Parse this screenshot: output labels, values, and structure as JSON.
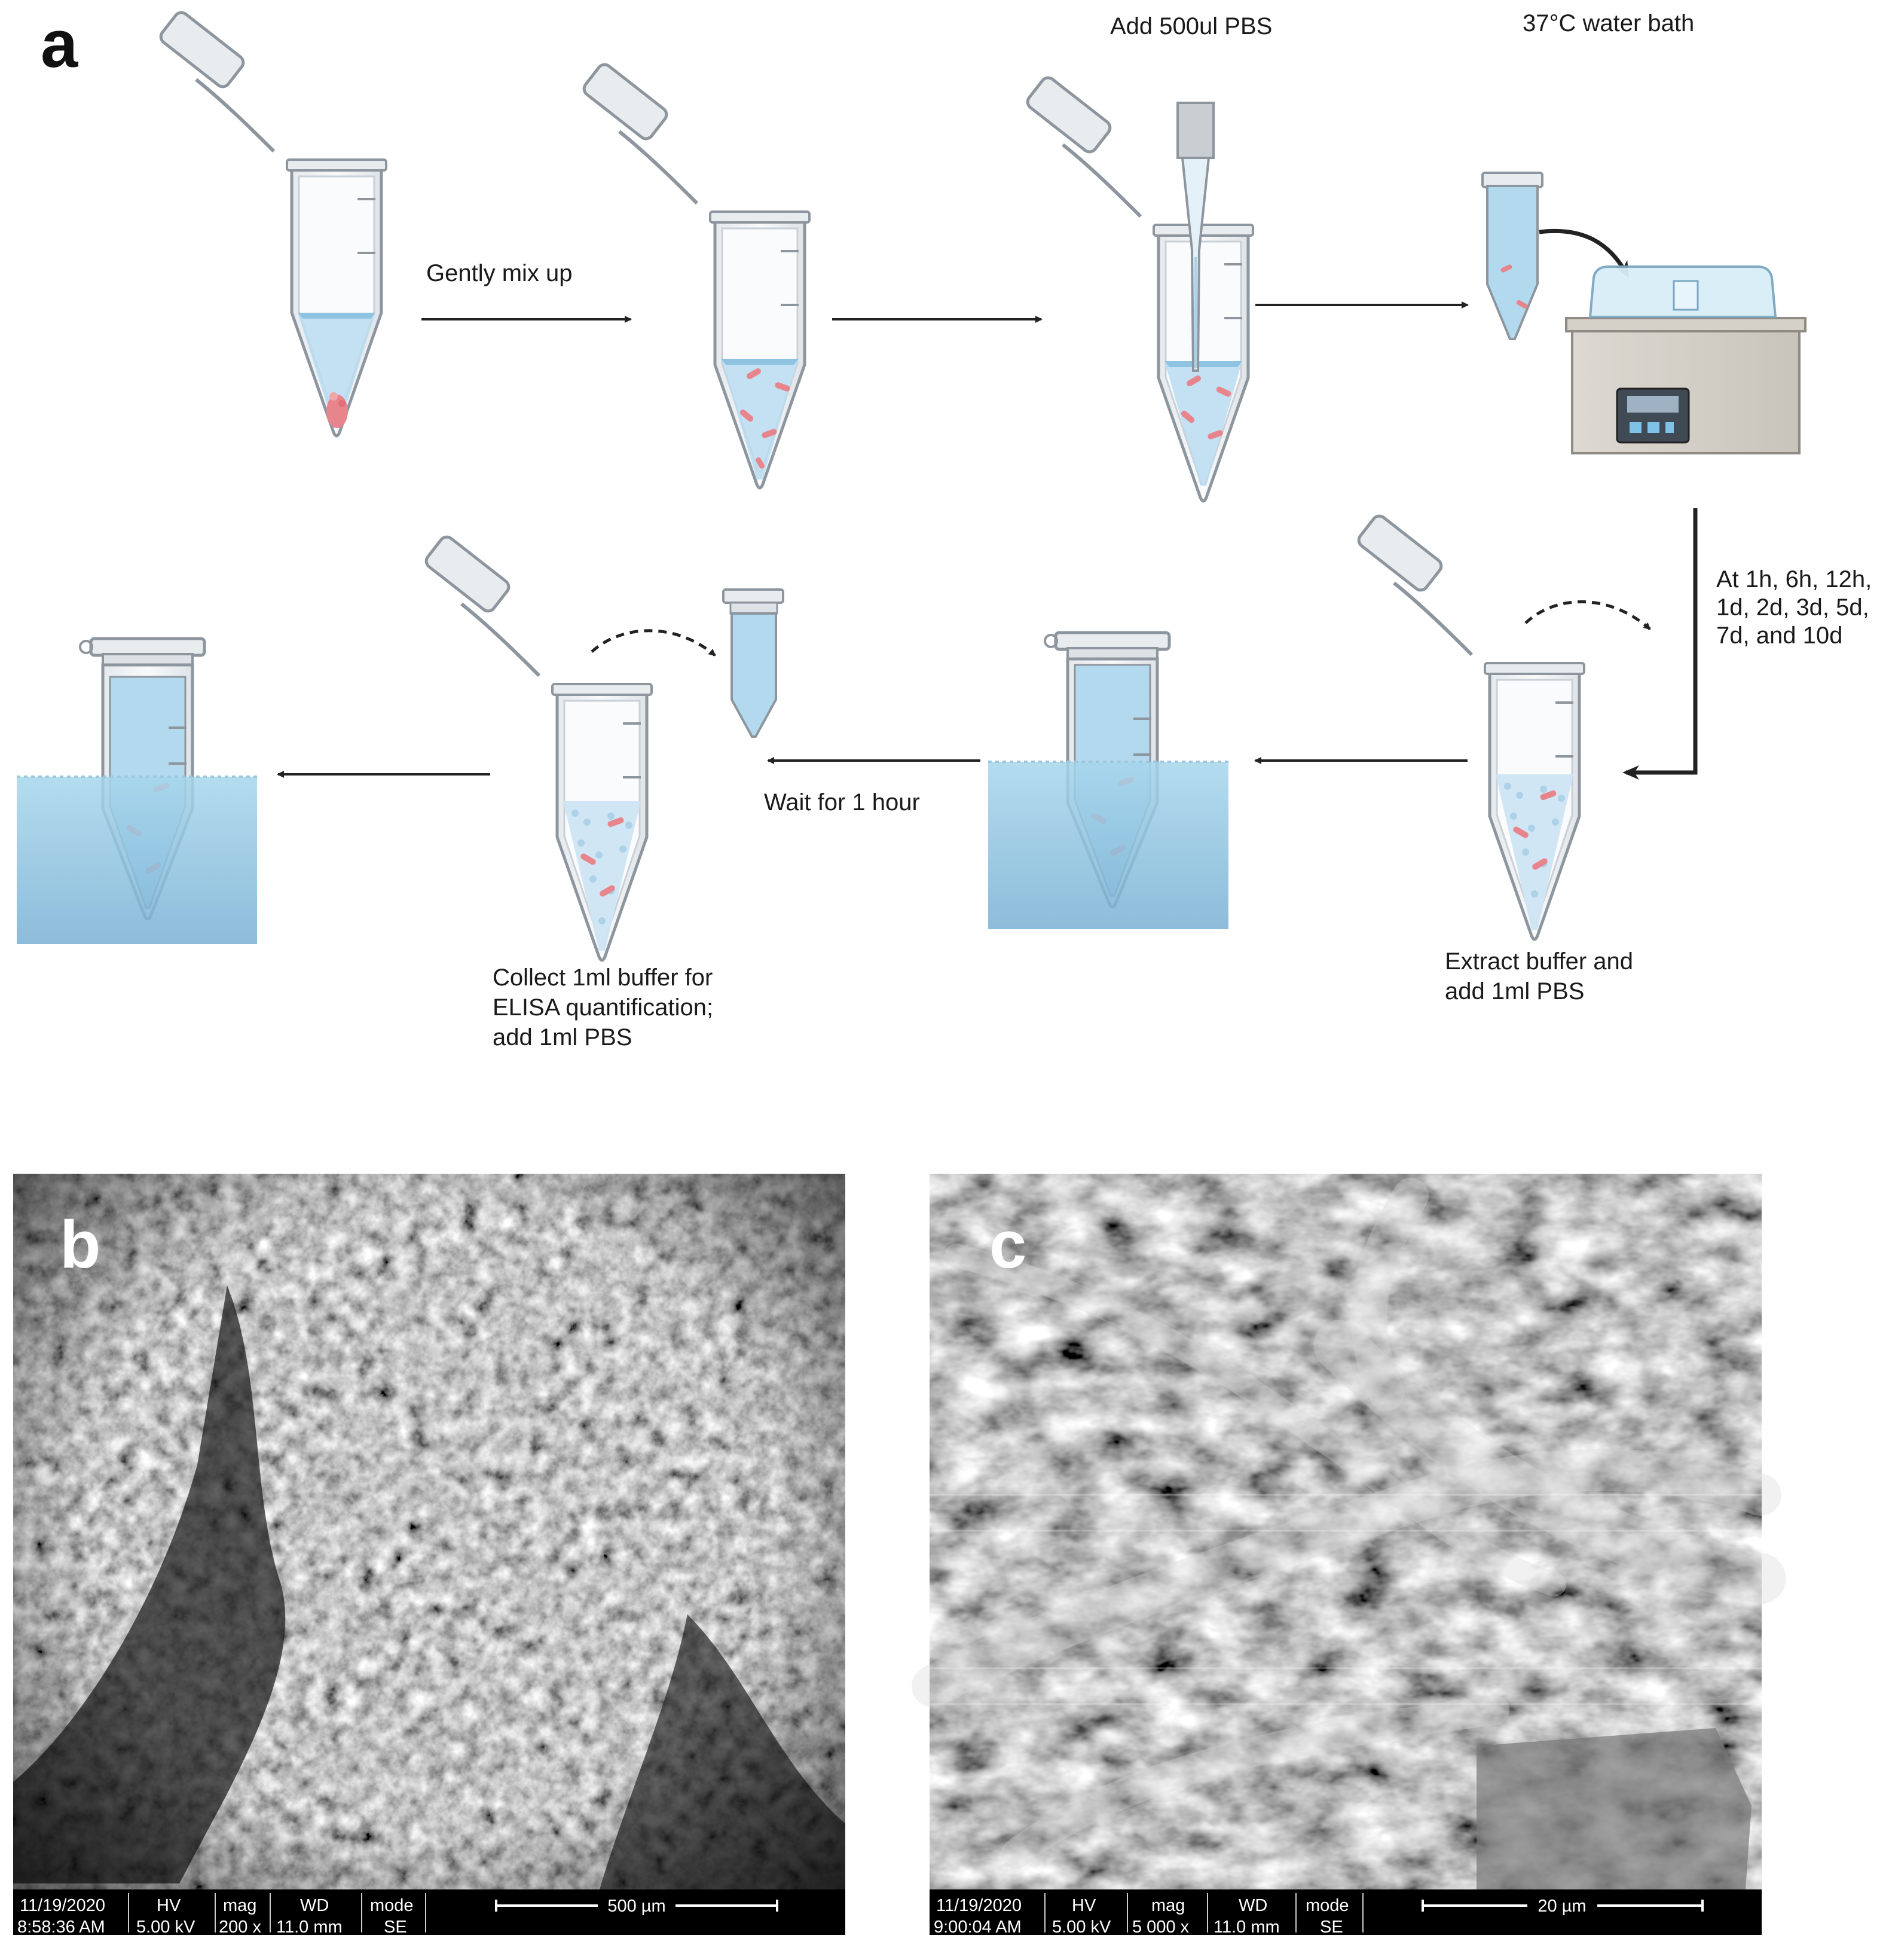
{
  "panel_a": {
    "letter": "a",
    "steps": {
      "mix": "Gently mix up",
      "add_pbs": "Add 500ul PBS",
      "water_bath": "37°C water bath",
      "timepoints": [
        "At 1h, 6h, 12h,",
        "1d, 2d, 3d, 5d,",
        "7d, and 10d"
      ],
      "extract": [
        "Extract buffer and",
        "add 1ml PBS"
      ],
      "wait": "Wait for 1 hour",
      "collect": [
        "Collect 1ml  buffer for",
        "ELISA quantification;",
        "add 1ml PBS"
      ]
    },
    "colors": {
      "liquid": "#a9d3ec",
      "water": "#8cc3df",
      "sediment": "#e8858c",
      "arrow": "#222222"
    }
  },
  "panel_b": {
    "letter": "b",
    "info_bar": {
      "date": "11/19/2020",
      "time": "8:58:36 AM",
      "hv_label": "HV",
      "hv": "5.00 kV",
      "mag_label": "mag",
      "mag": "200 x",
      "wd_label": "WD",
      "wd": "11.0 mm",
      "mode_label": "mode",
      "mode": "SE",
      "scale": "500 µm"
    }
  },
  "panel_c": {
    "letter": "c",
    "info_bar": {
      "date": "11/19/2020",
      "time": "9:00:04 AM",
      "hv_label": "HV",
      "hv": "5.00 kV",
      "mag_label": "mag",
      "mag": "5 000 x",
      "wd_label": "WD",
      "wd": "11.0 mm",
      "mode_label": "mode",
      "mode": "SE",
      "scale": "20 µm"
    }
  }
}
